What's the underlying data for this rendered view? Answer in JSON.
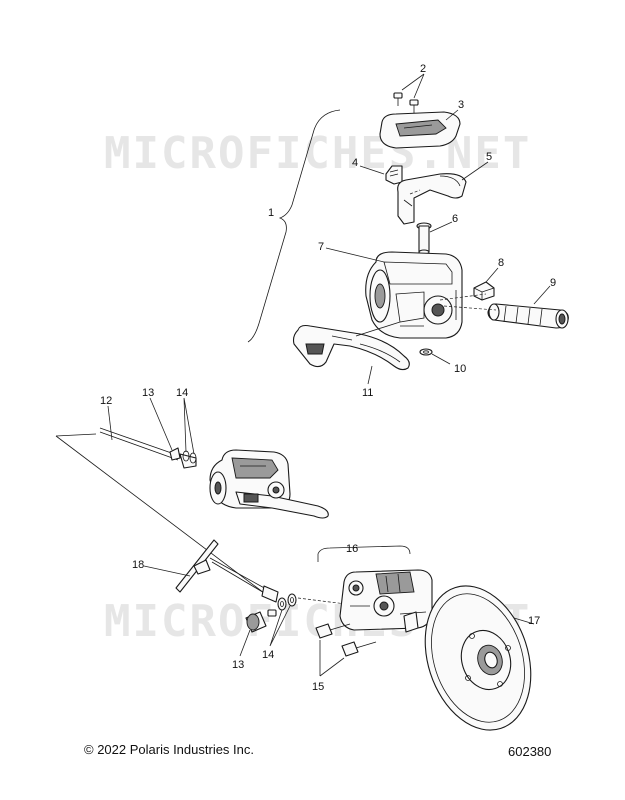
{
  "watermark": "MICROFICHES.NET",
  "callouts": {
    "c1": "1",
    "c2": "2",
    "c3": "3",
    "c4": "4",
    "c5": "5",
    "c6": "6",
    "c7": "7",
    "c8": "8",
    "c9": "9",
    "c10": "10",
    "c11": "11",
    "c12": "12",
    "c13a": "13",
    "c14a": "14",
    "c16": "16",
    "c17": "17",
    "c18": "18",
    "c13b": "13",
    "c14b": "14",
    "c15": "15"
  },
  "footer": {
    "copyright": "© 2022 Polaris Industries Inc.",
    "part_number": "602380"
  }
}
